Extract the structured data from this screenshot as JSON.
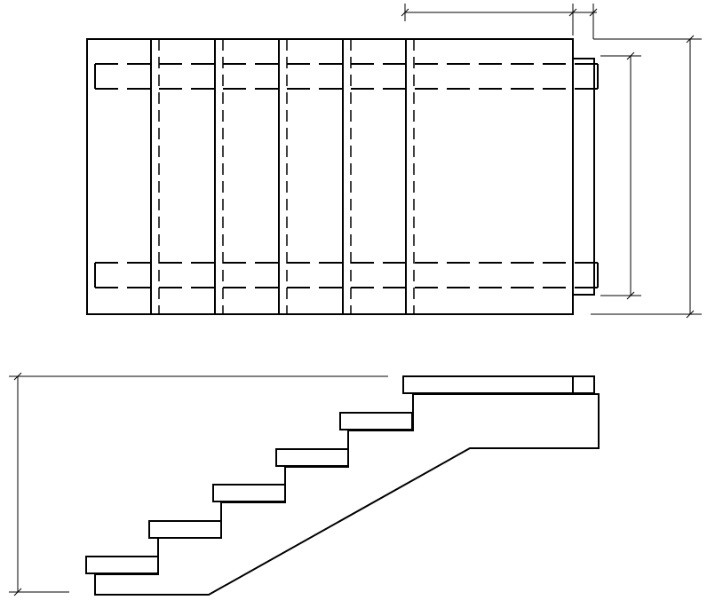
{
  "colors": {
    "ink": "#000000",
    "paper": "#ffffff"
  },
  "plan_view": {
    "stringers": 2,
    "posts": 5
  },
  "elevation_view": {
    "steps": 6
  }
}
